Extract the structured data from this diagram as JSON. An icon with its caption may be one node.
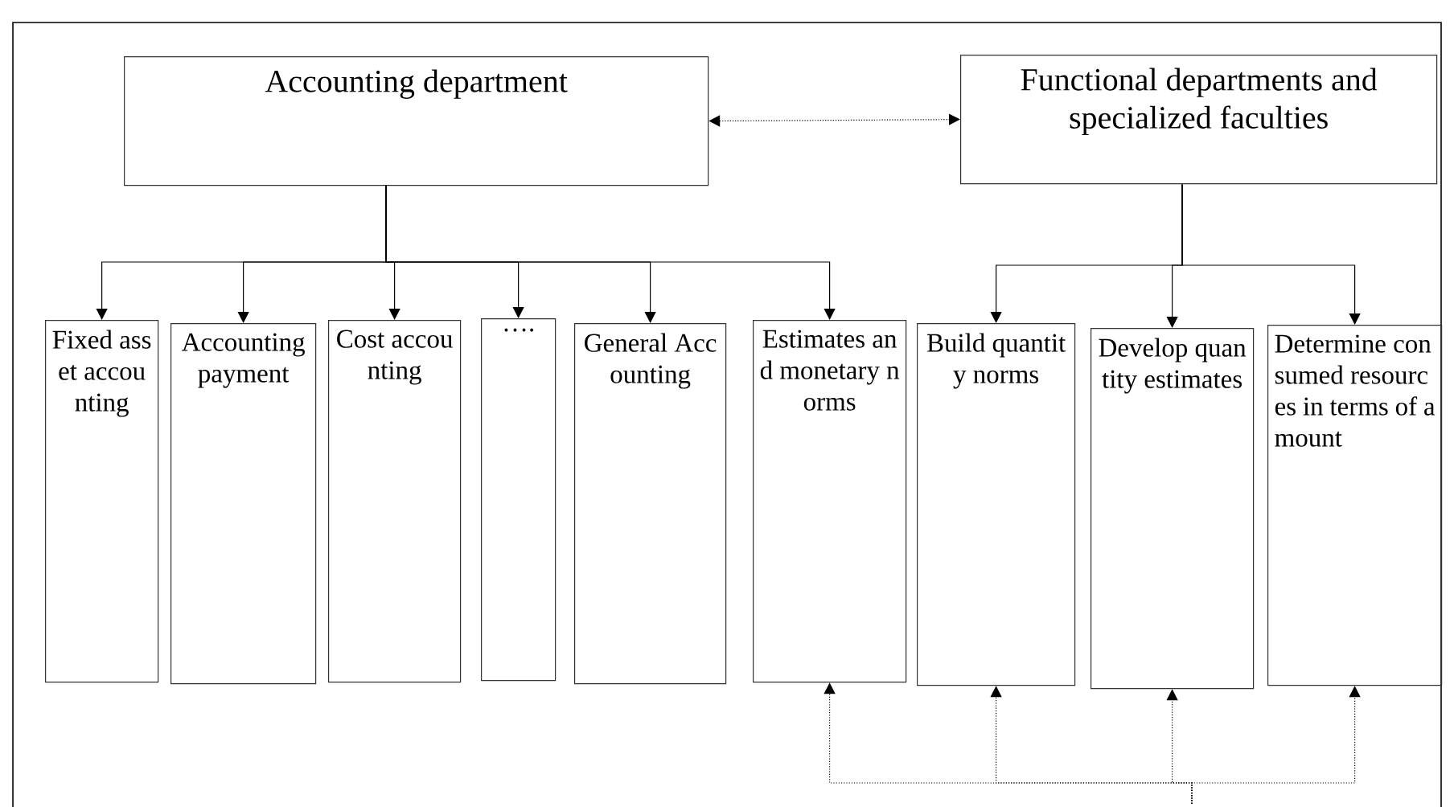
{
  "diagram": {
    "nodes": [
      {
        "text": [
          "Accounting department"
        ]
      },
      {
        "text": [
          "Functional departments and specialized faculties"
        ]
      },
      {
        "text": [
          "Fixed asset accounting"
        ]
      },
      {
        "text": [
          "Accounting payment"
        ]
      },
      {
        "text": [
          "Cost accounting"
        ]
      },
      {
        "text": [
          "…."
        ]
      },
      {
        "text": [
          "General Accounting"
        ]
      },
      {
        "text": [
          "Estimates and monetary norms"
        ]
      },
      {
        "text": [
          "Build quantity norms"
        ]
      },
      {
        "text": [
          "Develop quantity estimates"
        ]
      },
      {
        "text": [
          "Determine consumed resources in terms of amount"
        ]
      }
    ],
    "edges": [
      {
        "from": 0,
        "to": 1,
        "arrow": "both",
        "style": "dashed"
      },
      {
        "from": 0,
        "to": 2,
        "arrow": "to"
      },
      {
        "from": 0,
        "to": 3,
        "arrow": "to"
      },
      {
        "from": 0,
        "to": 4,
        "arrow": "to"
      },
      {
        "from": 0,
        "to": 5,
        "arrow": "to"
      },
      {
        "from": 0,
        "to": 6,
        "arrow": "to"
      },
      {
        "from": 0,
        "to": 7,
        "arrow": "to"
      },
      {
        "from": 1,
        "to": 8,
        "arrow": "to"
      },
      {
        "from": 1,
        "to": 9,
        "arrow": "to"
      },
      {
        "from": 1,
        "to": 10,
        "arrow": "to"
      },
      {
        "from": null,
        "to": 7,
        "arrow": "to",
        "style": "dashed"
      },
      {
        "from": null,
        "to": 8,
        "arrow": "to",
        "style": "dashed"
      },
      {
        "from": null,
        "to": 9,
        "arrow": "to",
        "style": "dashed"
      },
      {
        "from": null,
        "to": 10,
        "arrow": "to",
        "style": "dashed"
      }
    ]
  }
}
